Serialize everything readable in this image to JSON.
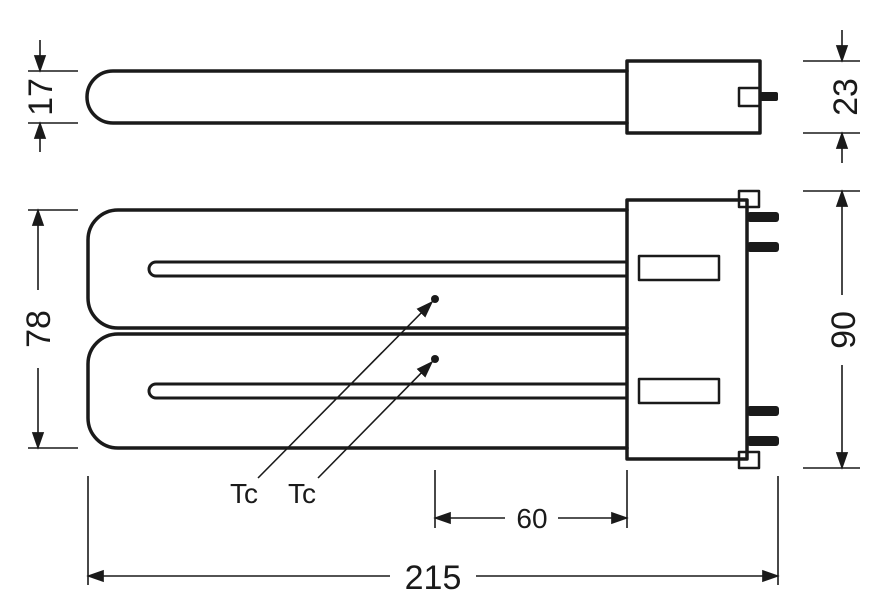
{
  "dimensions": {
    "tube_diameter": "17",
    "base_height_side": "23",
    "overall_width": "78",
    "base_height_front": "90",
    "base_to_tc_distance": "60",
    "overall_length": "215"
  },
  "labels": {
    "tc_1": "Tc",
    "tc_2": "Tc"
  },
  "colors": {
    "line": "#1a1a1a",
    "background": "#ffffff"
  }
}
